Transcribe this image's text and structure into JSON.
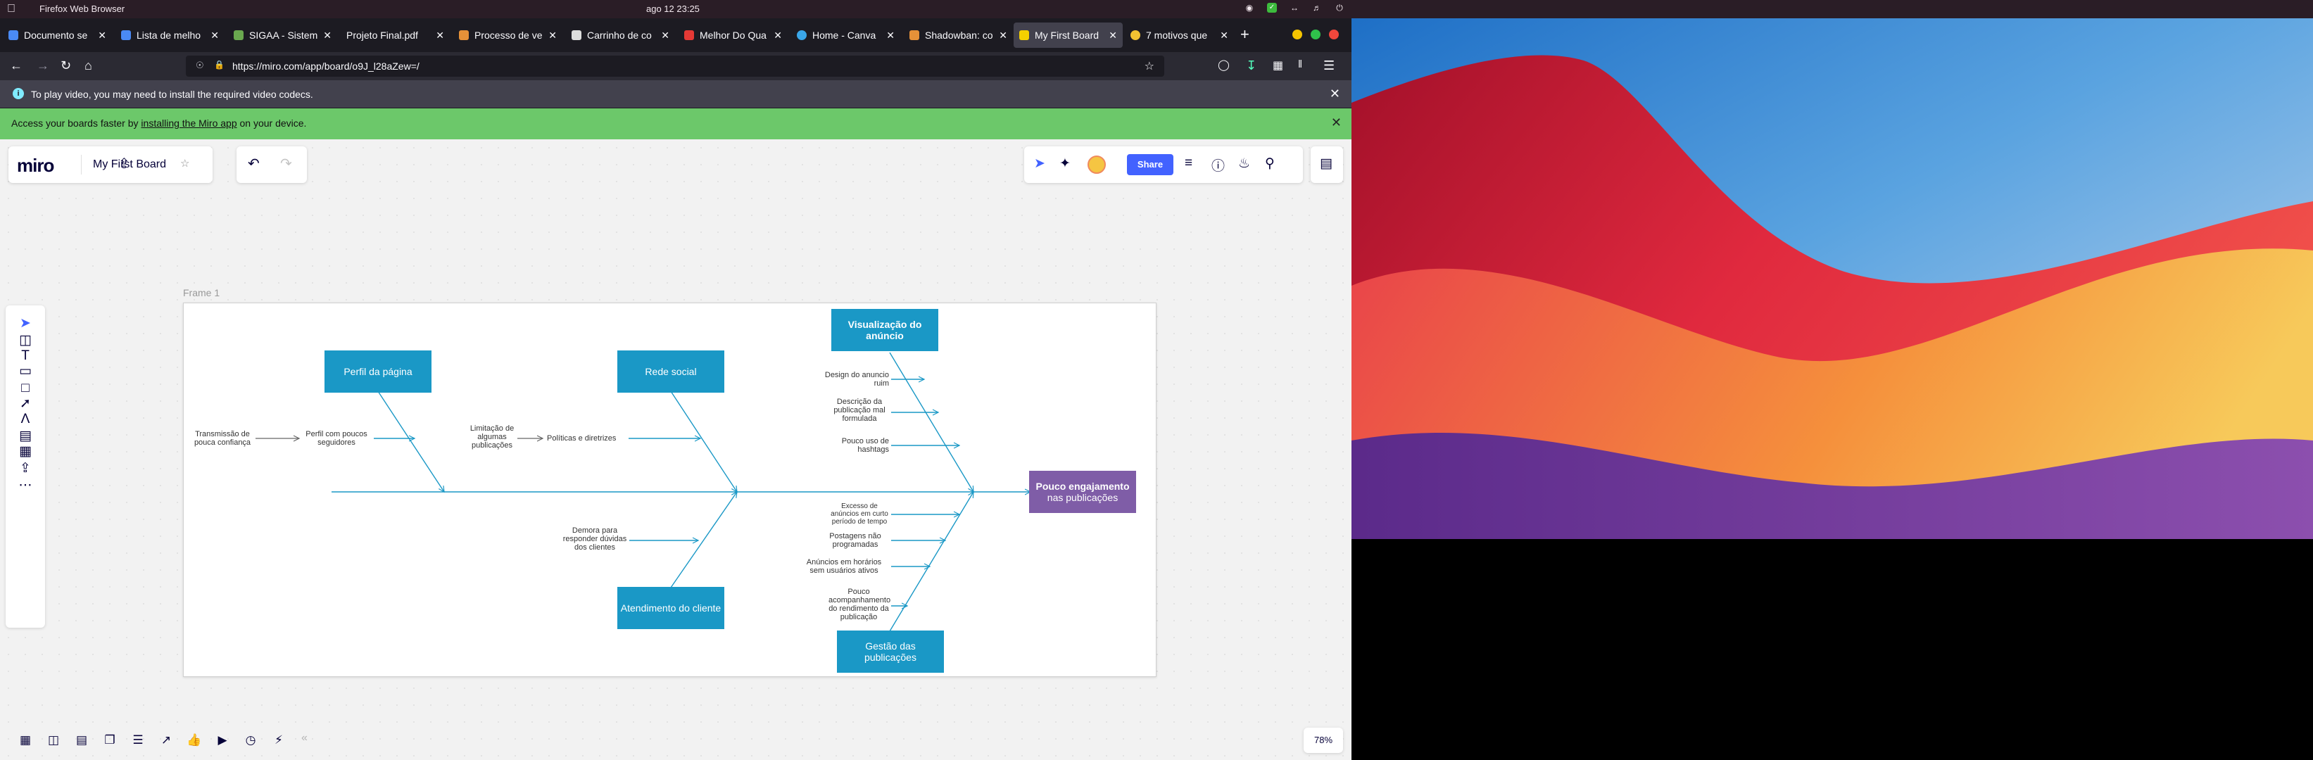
{
  "menubar": {
    "app_name": "Firefox Web Browser",
    "clock": "ago 12  23:25"
  },
  "tabs": [
    {
      "label": "Documento se",
      "favicon_color": "#4a8af4"
    },
    {
      "label": "Lista de melho",
      "favicon_color": "#4a8af4"
    },
    {
      "label": "SIGAA - Sistem",
      "favicon_color": "#6aa84f"
    },
    {
      "label": "Projeto Final.pdf",
      "favicon_color": ""
    },
    {
      "label": "Processo de ve",
      "favicon_color": "#e69138"
    },
    {
      "label": "Carrinho de co",
      "favicon_color": "#dddddd"
    },
    {
      "label": "Melhor Do Qua",
      "favicon_color": "#e53935"
    },
    {
      "label": "Home - Canva",
      "favicon_color": "#3aa6e8"
    },
    {
      "label": "Shadowban: co",
      "favicon_color": "#e69138"
    },
    {
      "label": "My First Board",
      "favicon_color": "#f5d000"
    },
    {
      "label": "7 motivos que",
      "favicon_color": "#f1c232"
    }
  ],
  "url": "https://miro.com/app/board/o9J_l28aZew=/",
  "codec_bar": {
    "message": "To play video, you may need to install the required video codecs."
  },
  "miro_banner": {
    "prefix": "Access your boards faster by ",
    "link": "installing the Miro app",
    "suffix": " on your device."
  },
  "board": {
    "logo": "miro",
    "name": "My First Board",
    "share_label": "Share",
    "zoom": "78%"
  },
  "frame": {
    "label": "Frame 1",
    "effect": {
      "line1": "Pouco engajamento",
      "line2": "nas publicações"
    },
    "categories": {
      "perfil": "Perfil da página",
      "rede": "Rede social",
      "visualizacao": "Visualização do anúncio",
      "atendimento": "Atendimento do cliente",
      "gestao": "Gestão das publicações"
    },
    "causes": {
      "transmissao": "Transmissão de pouca confiança",
      "perfil_poucos": "Perfil com poucos seguidores",
      "limitacao": "Limitação de algumas publicações",
      "politicas": "Políticas e diretrizes",
      "design": "Design do anuncio ruim",
      "descricao": "Descrição da publicação mal formulada",
      "pouco_uso": "Pouco uso de hashtags",
      "demora": "Demora para responder dúvidas dos clientes",
      "excesso": "Excesso de anúncios em curto período de tempo",
      "postagens": "Postagens não programadas",
      "anuncios_horarios": "Anúncios em horários sem usuários ativos",
      "pouco_acomp": "Pouco acompanhamento do rendimento da publicação"
    }
  },
  "colors": {
    "category_blue": "#1a98c6",
    "effect_purple": "#7f5da7",
    "share_blue": "#4262ff",
    "banner_green": "#6cc86a"
  }
}
